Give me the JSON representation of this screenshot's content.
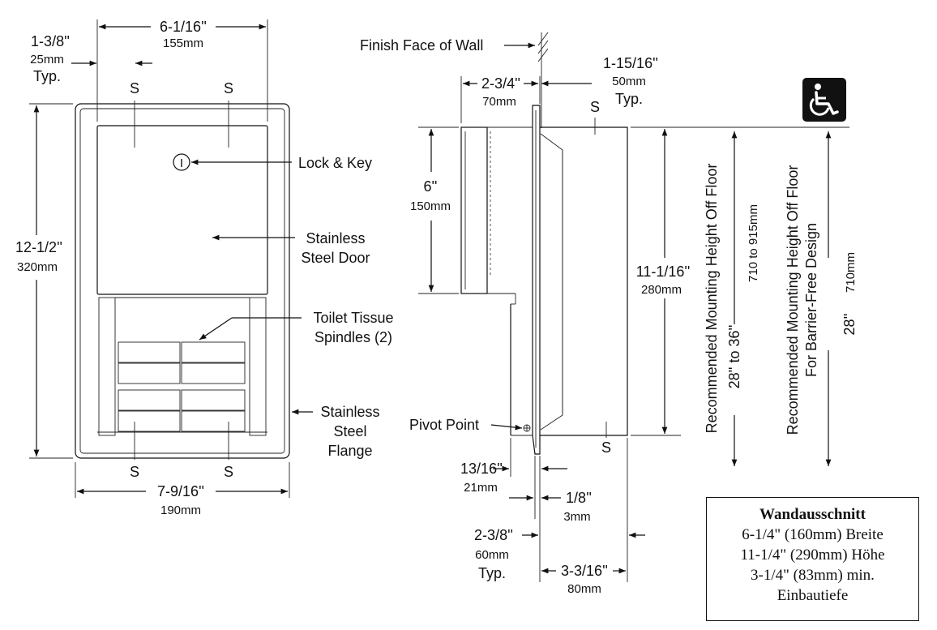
{
  "front_view": {
    "width_top_in": "6-1/16''",
    "width_top_mm": "155mm",
    "offset_in": "1-3/8''",
    "offset_mm": "25mm",
    "offset_typ": "Typ.",
    "height_in": "12-1/2''",
    "height_mm": "320mm",
    "width_bottom_in": "7-9/16''",
    "width_bottom_mm": "190mm",
    "screw_label": "S",
    "lock_symbol": "I",
    "callout_lock": "Lock & Key",
    "callout_door_1": "Stainless",
    "callout_door_2": "Steel Door",
    "callout_spindles_1": "Toilet Tissue",
    "callout_spindles_2": "Spindles (2)",
    "callout_flange_1": "Stainless",
    "callout_flange_2": "Steel",
    "callout_flange_3": "Flange"
  },
  "side_view": {
    "finish_face": "Finish Face of Wall",
    "depth_front_in": "2-3/4''",
    "depth_front_mm": "70mm",
    "depth_back_in": "1-15/16''",
    "depth_back_mm": "50mm",
    "depth_back_typ": "Typ.",
    "door_h_in": "6''",
    "door_h_mm": "150mm",
    "body_h_in": "11-1/16''",
    "body_h_mm": "280mm",
    "pivot": "Pivot Point",
    "pivot_off_in": "13/16''",
    "pivot_off_mm": "21mm",
    "flange_in": "1/8''",
    "flange_mm": "3mm",
    "proj_in": "2-3/8''",
    "proj_mm": "60mm",
    "proj_typ": "Typ.",
    "recess_in": "3-3/16''",
    "recess_mm": "80mm",
    "screw_label": "S"
  },
  "mounting": {
    "rec_label": "Recommended Mounting Height Off Floor",
    "rec_range_in": "28'' to 36''",
    "rec_range_mm": "710 to 915mm",
    "bf_label_1": "Recommended Mounting Height Off Floor",
    "bf_label_2": "For Barrier-Free Design",
    "bf_height_in": "28''",
    "bf_height_mm": "710mm",
    "accessibility_icon": "wheelchair-icon"
  },
  "note": {
    "title": "Wandausschnitt",
    "line1": "6-1/4\" (160mm) Breite",
    "line2": "11-1/4\" (290mm) Höhe",
    "line3": "3-1/4\" (83mm) min.",
    "line4": "Einbautiefe"
  }
}
